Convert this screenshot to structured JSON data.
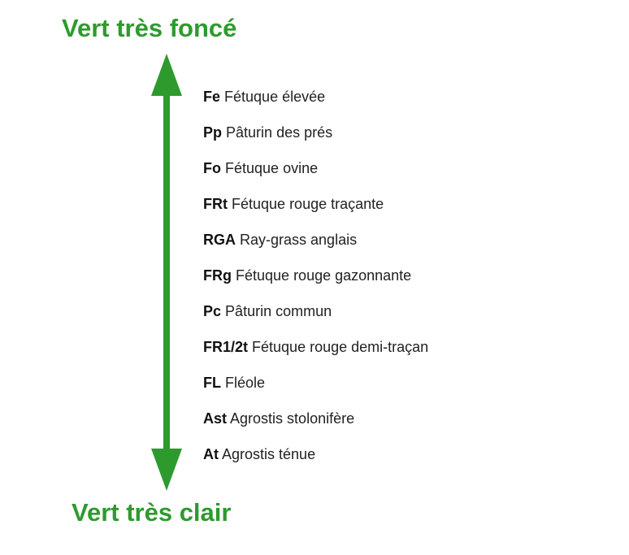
{
  "top_label": "Vert très foncé",
  "bottom_label": "Vert très clair",
  "accent_color": "#2e9a2e",
  "items": [
    {
      "code": "Fe",
      "name": "Fétuque élevée"
    },
    {
      "code": "Pp",
      "name": "Pâturin des prés"
    },
    {
      "code": "Fo",
      "name": "Fétuque ovine"
    },
    {
      "code": "FRt",
      "name": "Fétuque rouge traçante"
    },
    {
      "code": "RGA",
      "name": "Ray-grass anglais"
    },
    {
      "code": "FRg",
      "name": "Fétuque rouge gazonnante"
    },
    {
      "code": "Pc",
      "name": "Pâturin commun"
    },
    {
      "code": "FR1/2t",
      "name": "Fétuque rouge demi-traçan"
    },
    {
      "code": "FL",
      "name": "Fléole"
    },
    {
      "code": "Ast",
      "name": "Agrostis stolonifère"
    },
    {
      "code": "At",
      "name": "Agrostis ténue"
    }
  ]
}
